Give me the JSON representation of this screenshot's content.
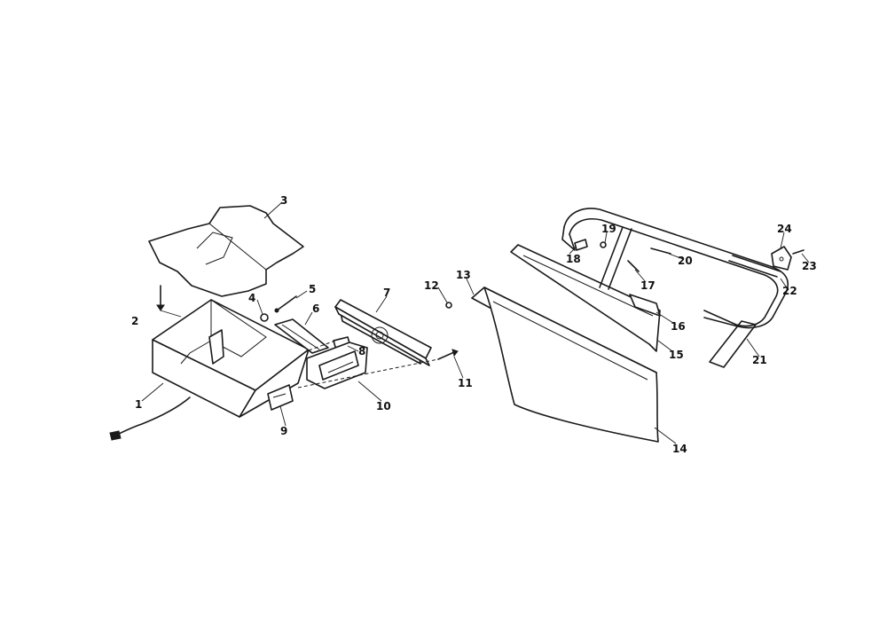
{
  "callouts": {
    "c1": "1",
    "c2": "2",
    "c3": "3",
    "c4": "4",
    "c5": "5",
    "c6": "6",
    "c7": "7",
    "c8": "8",
    "c9": "9",
    "c10": "10",
    "c11": "11",
    "c12": "12",
    "c13": "13",
    "c14": "14",
    "c15": "15",
    "c16": "16",
    "c17": "17",
    "c18": "18",
    "c19": "19",
    "c20": "20",
    "c21": "21",
    "c22": "22",
    "c23": "23",
    "c24": "24"
  },
  "colors": {
    "ink": "#1a1a1a",
    "paper": "#ffffff"
  }
}
